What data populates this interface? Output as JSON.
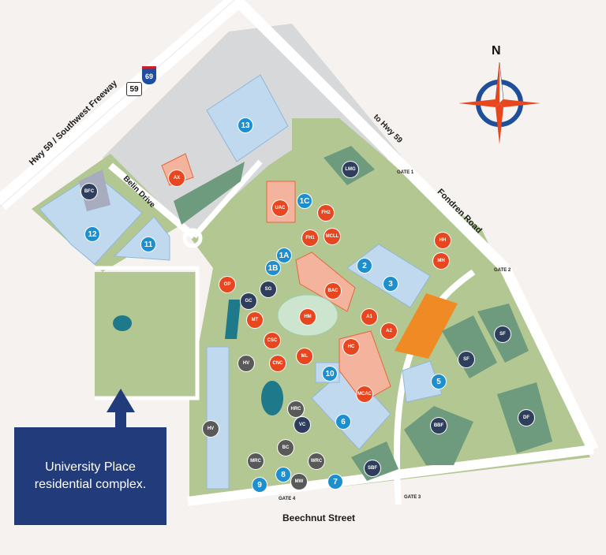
{
  "map": {
    "type": "campus map",
    "colors": {
      "background": "#f5f2ef",
      "campus_green": "#b3c792",
      "parking_blue": "#c0d9ee",
      "building_salmon": "#f4b39c",
      "building_marker": "#e8461e",
      "parking_marker": "#1d8fcf",
      "residence_marker": "#2f3e5c",
      "athletic_field": "#6e9b7e",
      "construction_orange": "#f08a24",
      "lot_gray": "#d7d8da",
      "callout_navy": "#213b7b"
    },
    "roads": {
      "hwy": "Hwy 59 / Southwest Freeway",
      "belin": "Belin Drive",
      "fondren": "Fondren Road",
      "beechnut": "Beechnut Street",
      "to_hwy": "to Hwy 59"
    },
    "shields": {
      "interstate": "69",
      "us_route": "59"
    },
    "compass": {
      "label": "N"
    },
    "gates": [
      "GATE 1",
      "GATE 2",
      "GATE 3",
      "GATE 4"
    ],
    "buildings": [
      "AX",
      "UAC",
      "FH2",
      "FH1",
      "MCLL",
      "BAC",
      "HM",
      "A1",
      "A2",
      "HC",
      "MT",
      "CSC",
      "CNC",
      "ML",
      "MCAC",
      "OP",
      "HH",
      "MH"
    ],
    "residential": [
      "BFC",
      "LMG",
      "SG",
      "GC",
      "HV",
      "HV",
      "HRC",
      "VC",
      "BC",
      "MRC",
      "WRC",
      "MW",
      "SF",
      "SF",
      "BBF",
      "SBF",
      "DF"
    ],
    "parking": [
      "1A",
      "1B",
      "1C",
      "2",
      "3",
      "5",
      "6",
      "7",
      "8",
      "9",
      "10",
      "11",
      "12",
      "13"
    ],
    "callout": {
      "line1": "University Place",
      "line2": "residential complex."
    }
  }
}
